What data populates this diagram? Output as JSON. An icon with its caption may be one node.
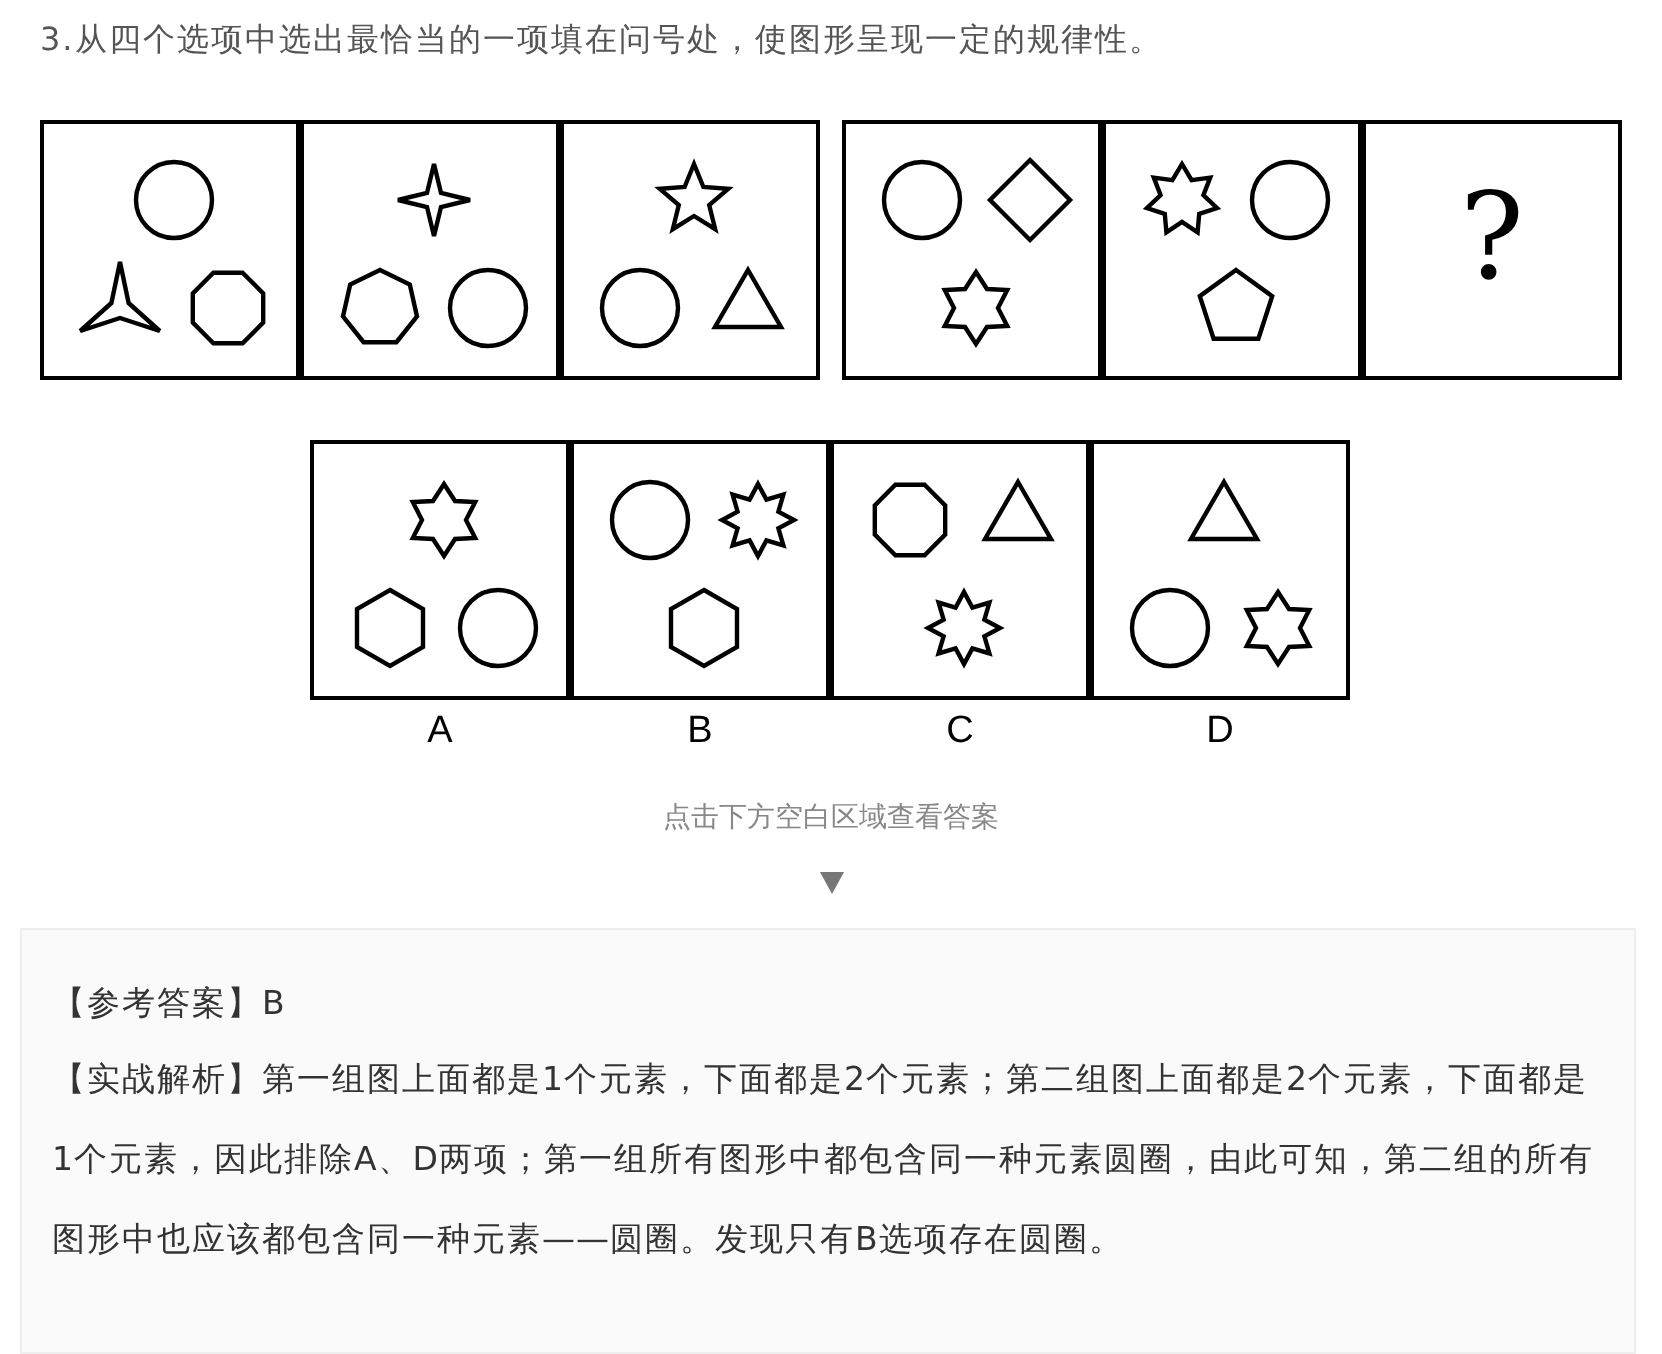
{
  "diagram": {
    "title": "3.从四个选项中选出最恰当的一项填在问号处，使图形呈现一定的规律性。",
    "nodes": [
      {
        "text": [],
        "shape": "box"
      },
      {
        "text": [],
        "shape": "box"
      },
      {
        "text": [],
        "shape": "box"
      },
      {
        "text": [],
        "shape": "box"
      },
      {
        "text": [],
        "shape": "box"
      },
      {
        "text": [
          "?"
        ]
      },
      {
        "text": [],
        "shape": "box",
        "beside": [
          "A"
        ]
      },
      {
        "text": [],
        "shape": "box",
        "beside": [
          "B"
        ]
      },
      {
        "text": [],
        "shape": "box",
        "beside": [
          "C"
        ]
      },
      {
        "text": [],
        "shape": "box",
        "beside": [
          "D"
        ]
      }
    ],
    "labels": [
      "点击下方空白区域查看答案",
      "【参考答案】B",
      "【实战解析】第一组图上面都是1个元素，下面都是2个元素；第二组图上面都是2个元素，下面都是1个元素，因此排除A、D两项；第一组所有图形中都包含同一种元素圆圈，由此可知，第二组的所有图形中也应该都包含同一种元素——圆圈。发现只有B选项存在圆圈。"
    ]
  }
}
